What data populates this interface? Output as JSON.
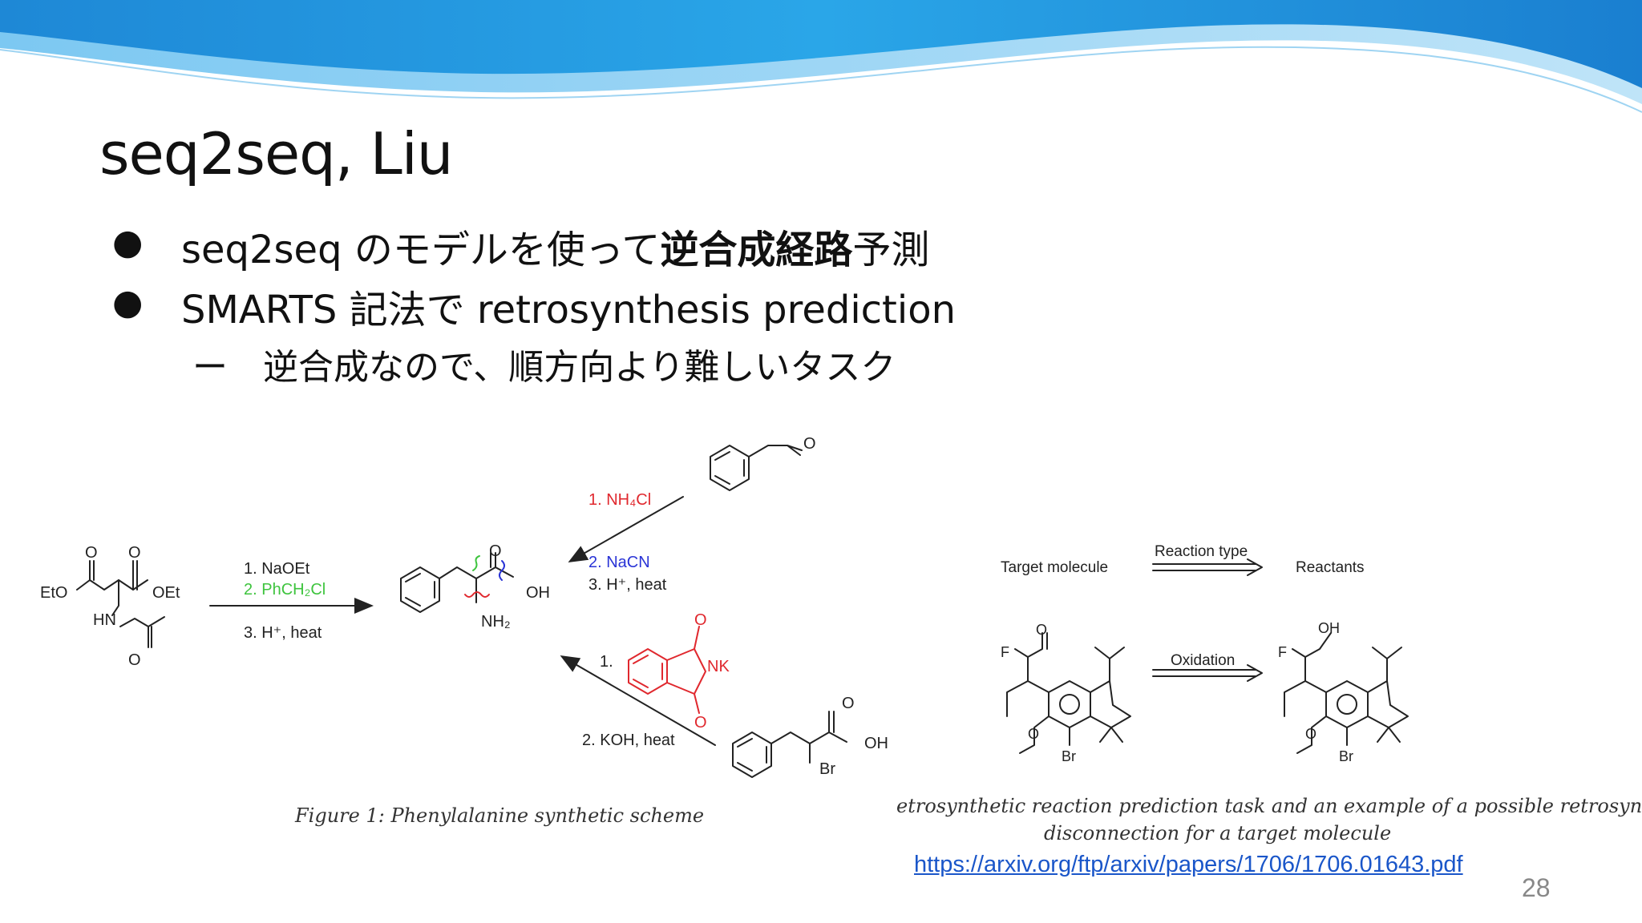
{
  "slide": {
    "title": "seq2seq, Liu",
    "bullets": [
      {
        "pre": "seq2seq のモデルを使って",
        "bold": "逆合成経路",
        "post": "予測"
      },
      {
        "text": "SMARTS 記法で retrosynthesis prediction"
      }
    ],
    "sub_bullet": {
      "marker": "ー",
      "text": "逆合成なので、順方向より難しいタスク"
    },
    "link": "https://arxiv.org/ftp/arxiv/papers/1706/1706.01643.pdf",
    "page_number": "28"
  },
  "figure1": {
    "caption": "Figure 1: Phenylalanine synthetic scheme",
    "left_reagents": [
      "1. NaOEt",
      "2. PhCH₂Cl",
      "3. H⁺, heat"
    ],
    "top_reagents": [
      "1. NH₄Cl",
      "2. NaCN",
      "3. H⁺, heat"
    ],
    "bottom_reagents": [
      "1.",
      "2. KOH, heat"
    ],
    "atom_labels": {
      "eto": "EtO",
      "oet": "OEt",
      "hn": "HN",
      "o": "O",
      "oh": "OH",
      "nh2": "NH₂",
      "nk": "NK",
      "br": "Br"
    },
    "colors": {
      "red": "#e0282e",
      "green": "#3ec43e",
      "blue": "#2a34d6"
    }
  },
  "figure2": {
    "caption_line1": "etrosynthetic reaction prediction task and an example of a possible retrosynthetic",
    "caption_line2": "disconnection for a target molecule",
    "header": {
      "target": "Target molecule",
      "reaction_type": "Reaction type",
      "reactants": "Reactants"
    },
    "example_reaction": "Oxidation",
    "atom_labels": {
      "f": "F",
      "o": "O",
      "oh": "OH",
      "br": "Br"
    }
  }
}
